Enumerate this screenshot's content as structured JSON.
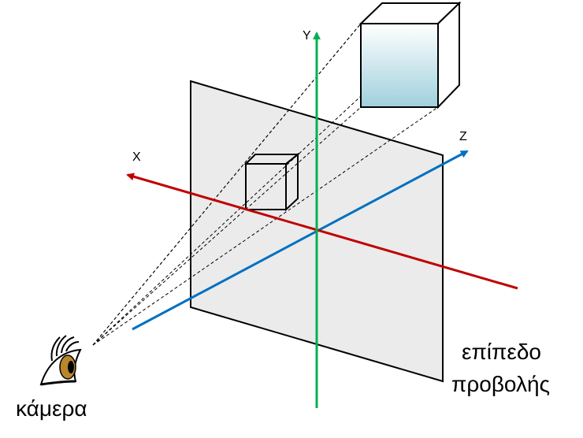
{
  "labels": {
    "x_axis": "X",
    "y_axis": "Y",
    "z_axis": "Z",
    "camera": "κάμερα",
    "plane_line1": "επίπεδο",
    "plane_line2": "προβολής"
  },
  "colors": {
    "x_axis": "#c00000",
    "y_axis": "#00b050",
    "z_axis": "#0070c0",
    "plane_fill": "#ebebeb",
    "cube_front": "#c5e3ea",
    "outline": "#000000"
  },
  "icons": {
    "camera": "eye-icon"
  }
}
